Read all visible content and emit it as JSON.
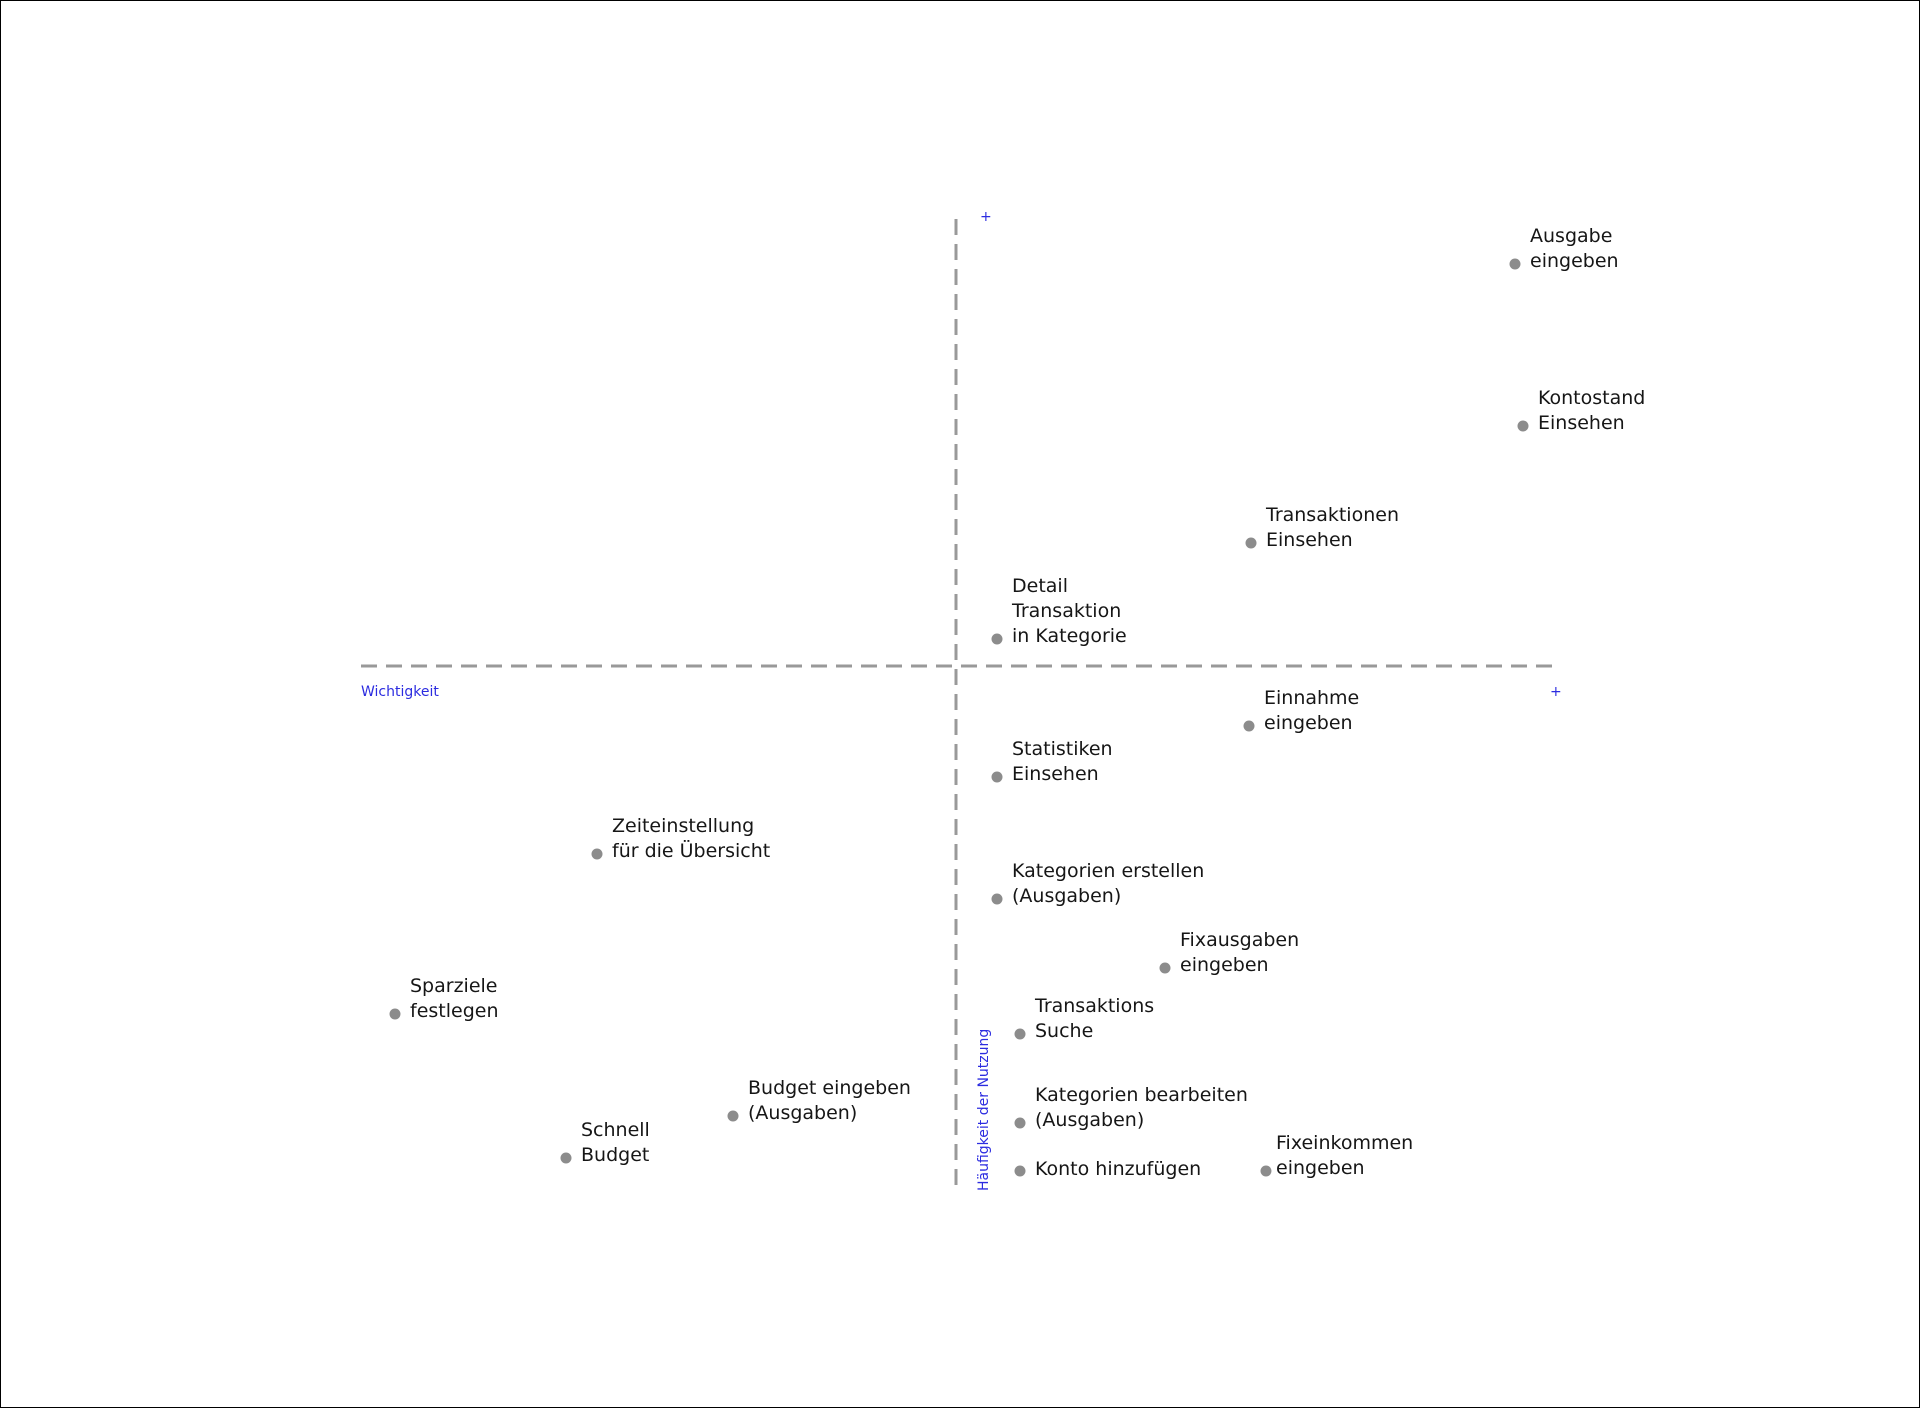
{
  "diagram": {
    "x_axis_label": "Wichtigkeit",
    "y_axis_label": "Häufigkeit der Nutzung",
    "x_plus": "+",
    "y_plus": "+",
    "axis_color": "#999999",
    "dot_color": "#8c8c8c",
    "label_color": "#2c2ce0"
  },
  "points": [
    {
      "lines": [
        "Ausgabe",
        "eingeben"
      ]
    },
    {
      "lines": [
        "Kontostand",
        "Einsehen"
      ]
    },
    {
      "lines": [
        "Transaktionen",
        "Einsehen"
      ]
    },
    {
      "lines": [
        "Detail",
        "Transaktion",
        "in Kategorie"
      ]
    },
    {
      "lines": [
        "Einnahme",
        "eingeben"
      ]
    },
    {
      "lines": [
        "Statistiken",
        "Einsehen"
      ]
    },
    {
      "lines": [
        "Zeiteinstellung",
        "für die Übersicht"
      ]
    },
    {
      "lines": [
        "Kategorien erstellen",
        "(Ausgaben)"
      ]
    },
    {
      "lines": [
        "Fixausgaben",
        "eingeben"
      ]
    },
    {
      "lines": [
        "Sparziele",
        "festlegen"
      ]
    },
    {
      "lines": [
        "Transaktions",
        "Suche"
      ]
    },
    {
      "lines": [
        "Budget eingeben",
        "(Ausgaben)"
      ]
    },
    {
      "lines": [
        "Kategorien bearbeiten",
        "(Ausgaben)"
      ]
    },
    {
      "lines": [
        "Schnell",
        "Budget"
      ]
    },
    {
      "lines": [
        "Konto hinzufügen"
      ]
    },
    {
      "lines": [
        "Fixeinkommen",
        "eingeben"
      ]
    }
  ]
}
